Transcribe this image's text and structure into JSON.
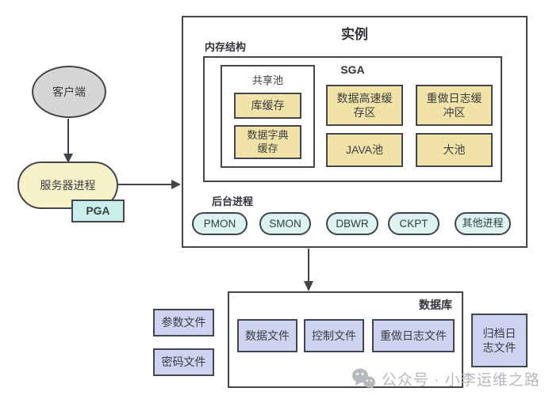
{
  "colors": {
    "box_yellow": "#f1e3a7",
    "server_yellow": "#f8f2cb",
    "pga_cyan": "#c9efeb",
    "pill_teal": "#dcf3ef",
    "file_purple": "#ced3f1",
    "client_gray": "#d6d6d6",
    "border_dark": "#43474d",
    "watermark_gray": "#b5b8bd"
  },
  "client": {
    "label": "客户端"
  },
  "server_process": {
    "label": "服务器进程"
  },
  "pga": {
    "label": "PGA"
  },
  "instance": {
    "title": "实例",
    "memory_structure": {
      "label": "内存结构",
      "sga_label": "SGA",
      "shared_pool": {
        "label": "共享池",
        "items": [
          "库缓存",
          "数据字典缓存"
        ]
      },
      "pools": [
        "数据高速缓存区",
        "重做日志缓冲区",
        "JAVA池",
        "大池"
      ]
    },
    "background_processes": {
      "label": "后台进程",
      "items": [
        "PMON",
        "SMON",
        "DBWR",
        "CKPT",
        "其他进程"
      ]
    }
  },
  "database": {
    "title": "数据库",
    "files": [
      "数据文件",
      "控制文件",
      "重做日志文件"
    ]
  },
  "external_files": {
    "left": [
      "参数文件",
      "密码文件"
    ],
    "right": "归档日志文件"
  },
  "watermark": {
    "text": "公众号 · 小李运维之路"
  }
}
